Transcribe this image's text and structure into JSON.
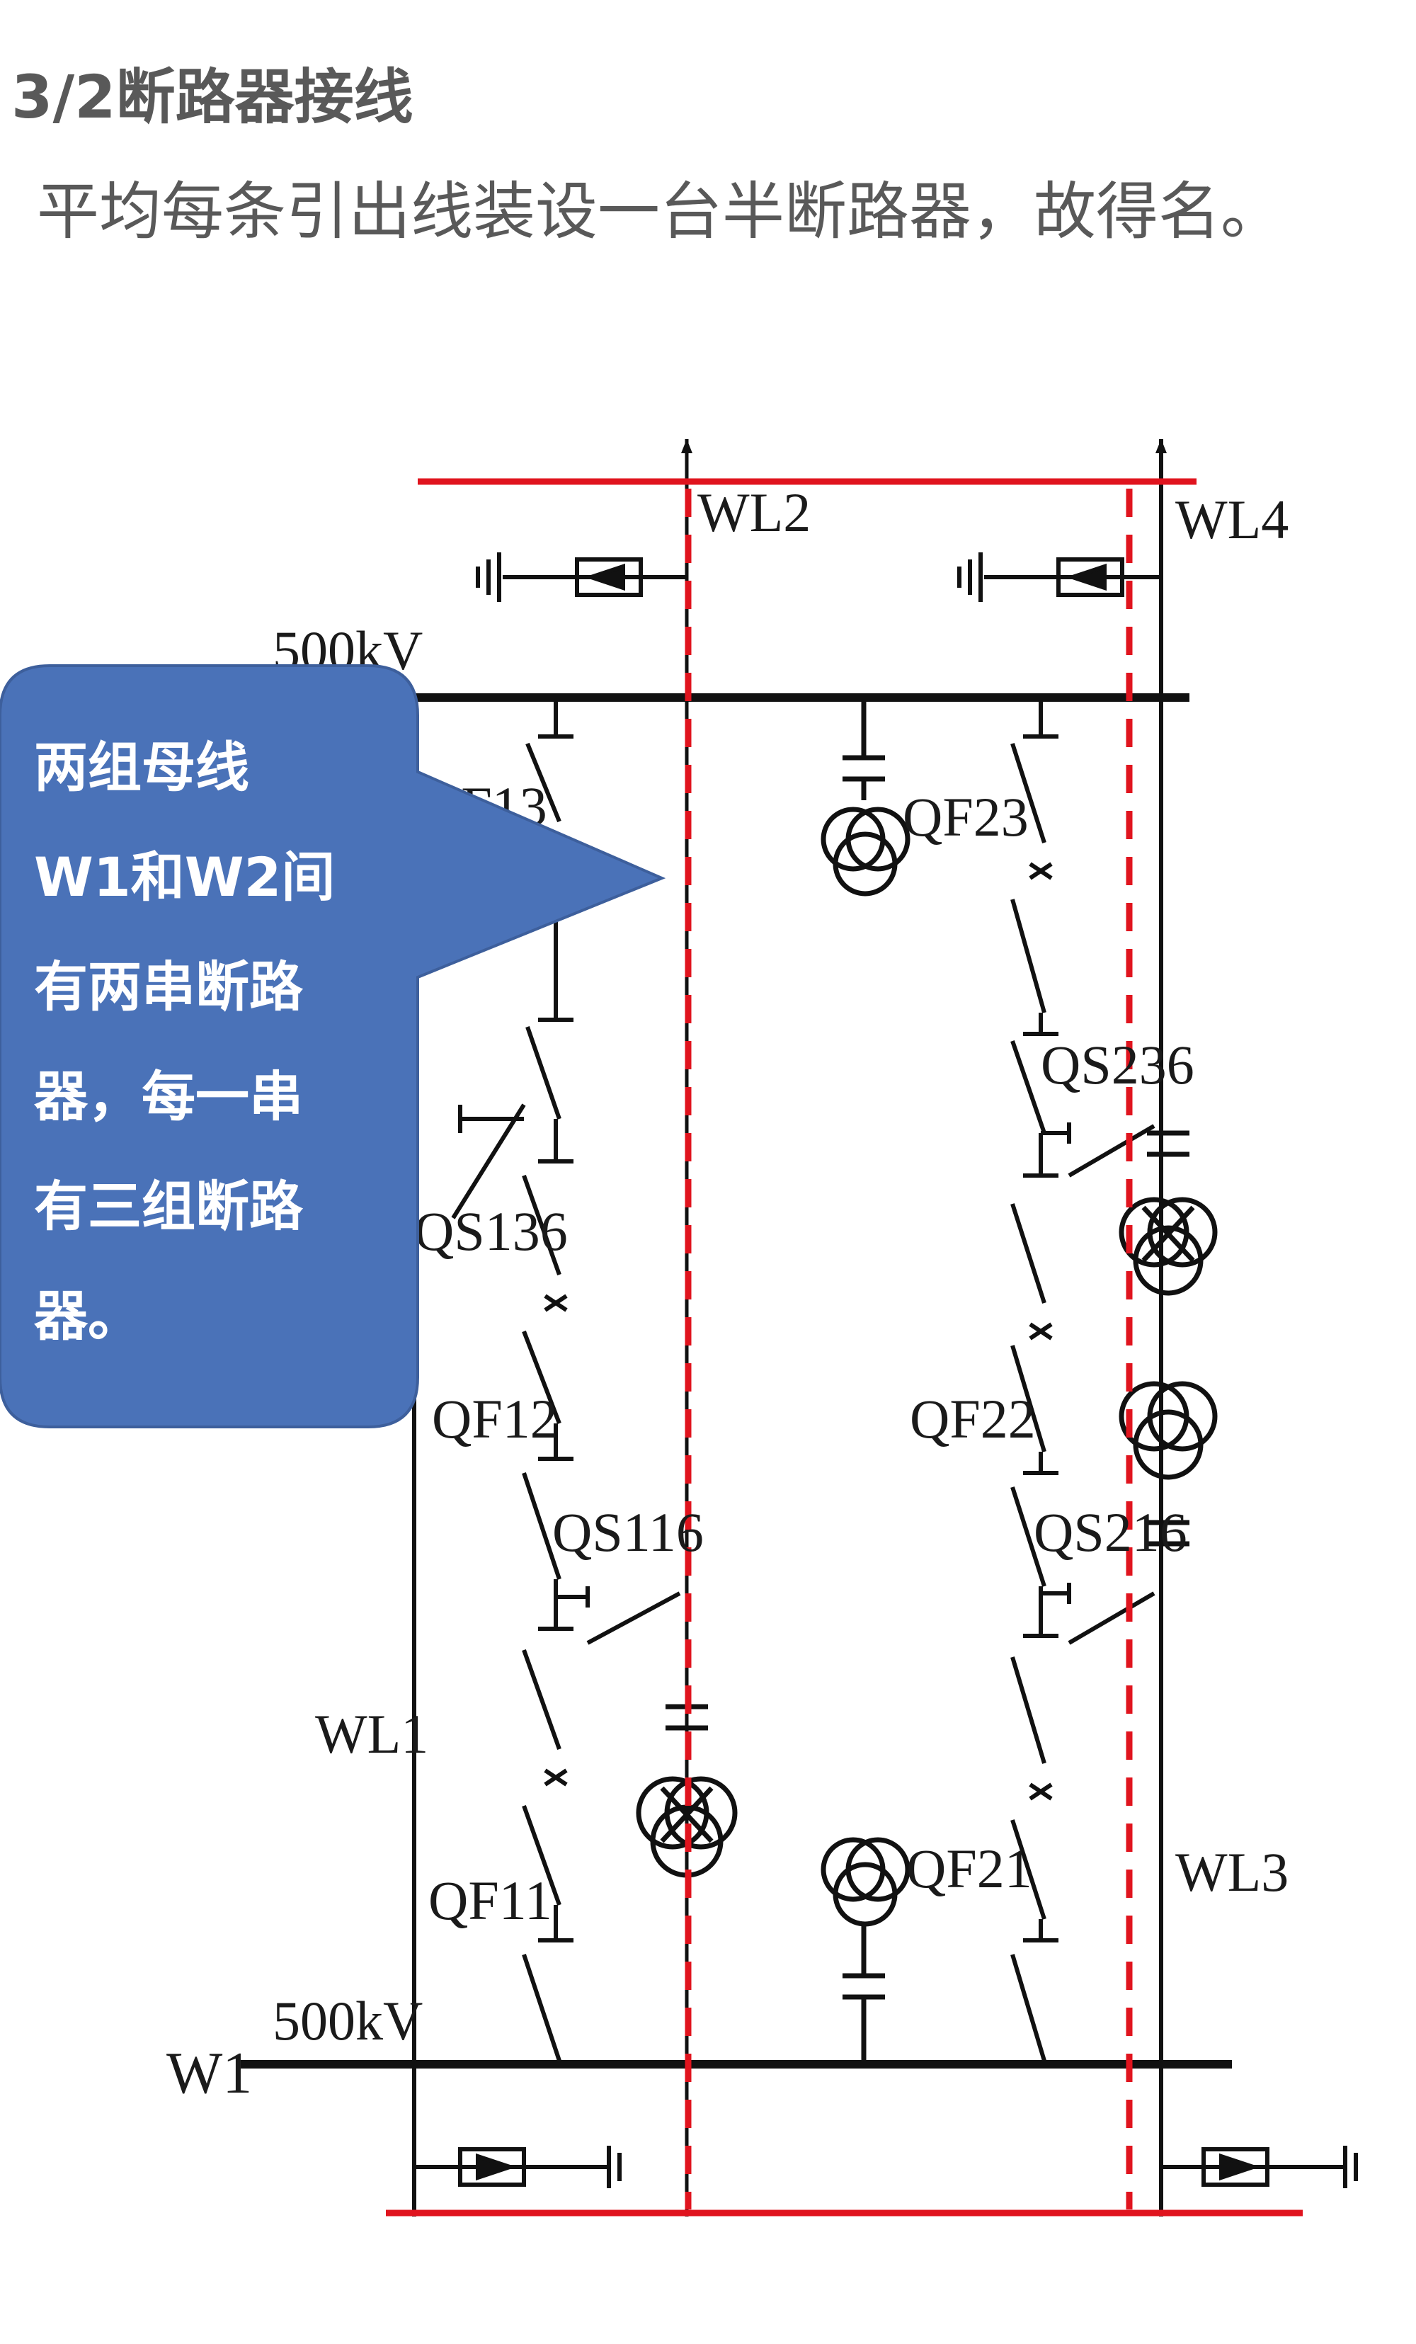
{
  "header": {
    "title": "3/2断路器接线",
    "subtitle": "平均每条引出线装设一台半断路器，故得名。"
  },
  "diagram": {
    "labels": {
      "wl2": "WL2",
      "wl4": "WL4",
      "wl1": "WL1",
      "wl3": "WL3",
      "w1": "W1",
      "bus_top_voltage": "500kV",
      "bus_bottom_voltage": "500kV",
      "qf13": "QF13",
      "qf12": "QF12",
      "qf11": "QF11",
      "qs136": "QS136",
      "qs116": "QS116",
      "qf23": "QF23",
      "qf22": "QF22",
      "qf21": "QF21",
      "qs236": "QS236",
      "qs216": "QS216"
    },
    "callout": {
      "lines": [
        "两组母线",
        "W1和W2间",
        "有两串断路",
        "器，每一串",
        "有三组断路",
        "器。"
      ],
      "color": "#4a72b8"
    },
    "highlight_color": "#e0141e"
  }
}
